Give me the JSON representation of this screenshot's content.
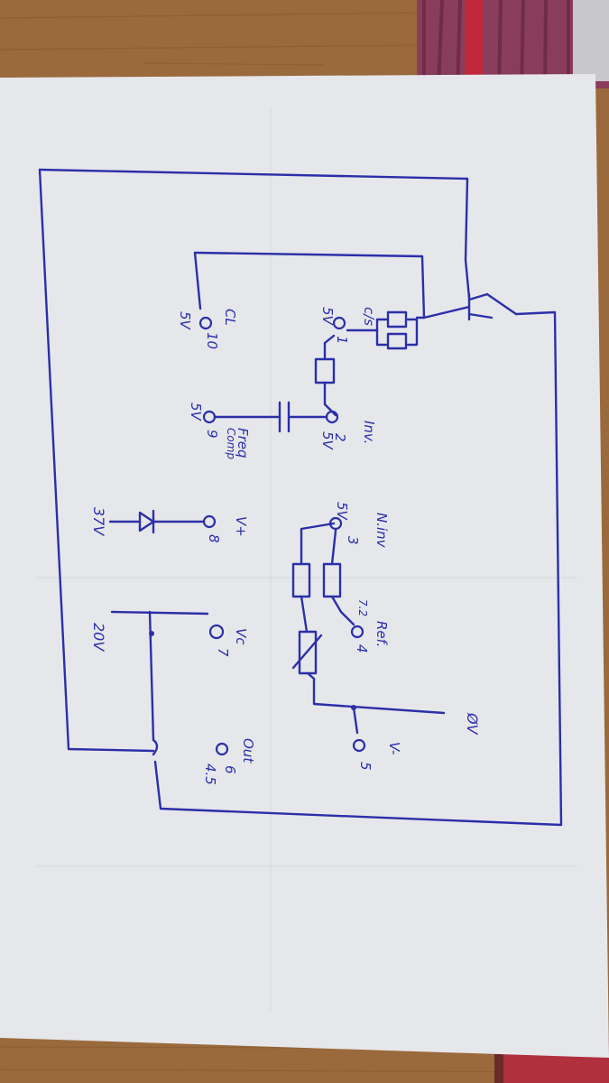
{
  "colors": {
    "ink": "#2b2fa8",
    "paper": "#e6e7eb",
    "table": "#9a6a3c",
    "cable": "#8a3c5c"
  },
  "pins": [
    {
      "name": "pin-1",
      "number": "1",
      "voltage": "5V",
      "label": "c/s"
    },
    {
      "name": "pin-2",
      "number": "2",
      "voltage": "5V",
      "label": "Inv."
    },
    {
      "name": "pin-3",
      "number": "3",
      "voltage": "5V",
      "label": "N.inv"
    },
    {
      "name": "pin-4",
      "number": "4",
      "voltage": "7.2",
      "label": "Ref."
    },
    {
      "name": "pin-5",
      "number": "5",
      "voltage": "",
      "label": "V-"
    },
    {
      "name": "pin-6",
      "number": "6",
      "voltage": "4.5",
      "label": "Out"
    },
    {
      "name": "pin-7",
      "number": "7",
      "voltage": "",
      "label": "Vc"
    },
    {
      "name": "pin-8",
      "number": "8",
      "voltage": "",
      "label": "V+"
    },
    {
      "name": "pin-9",
      "number": "9",
      "voltage": "5V",
      "label": "Freq comp"
    },
    {
      "name": "pin-10",
      "number": "10",
      "voltage": "5V",
      "label": "CL"
    }
  ],
  "labels": {
    "v37": "37V",
    "v20": "20V",
    "ground": "ØV",
    "freq_comp_line1": "Freq",
    "freq_comp_line2": "Comp"
  }
}
